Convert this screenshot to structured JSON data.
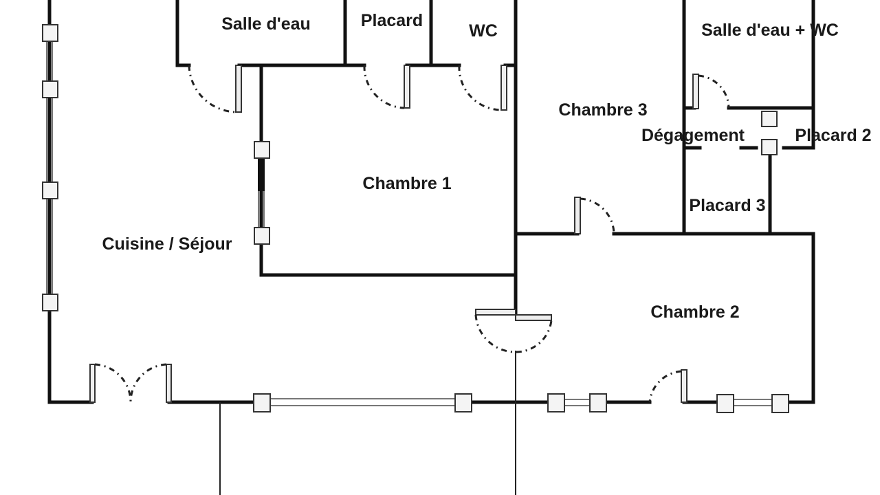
{
  "plan": {
    "rooms": {
      "salle_eau": "Salle d'eau",
      "placard": "Placard",
      "wc": "WC",
      "salle_eau_wc": "Salle d'eau + WC",
      "chambre3": "Chambre 3",
      "degagement": "Dégagement",
      "placard2": "Placard 2",
      "placard3": "Placard 3",
      "chambre1": "Chambre 1",
      "cuisine_sejour": "Cuisine / Séjour",
      "chambre2": "Chambre 2"
    }
  }
}
